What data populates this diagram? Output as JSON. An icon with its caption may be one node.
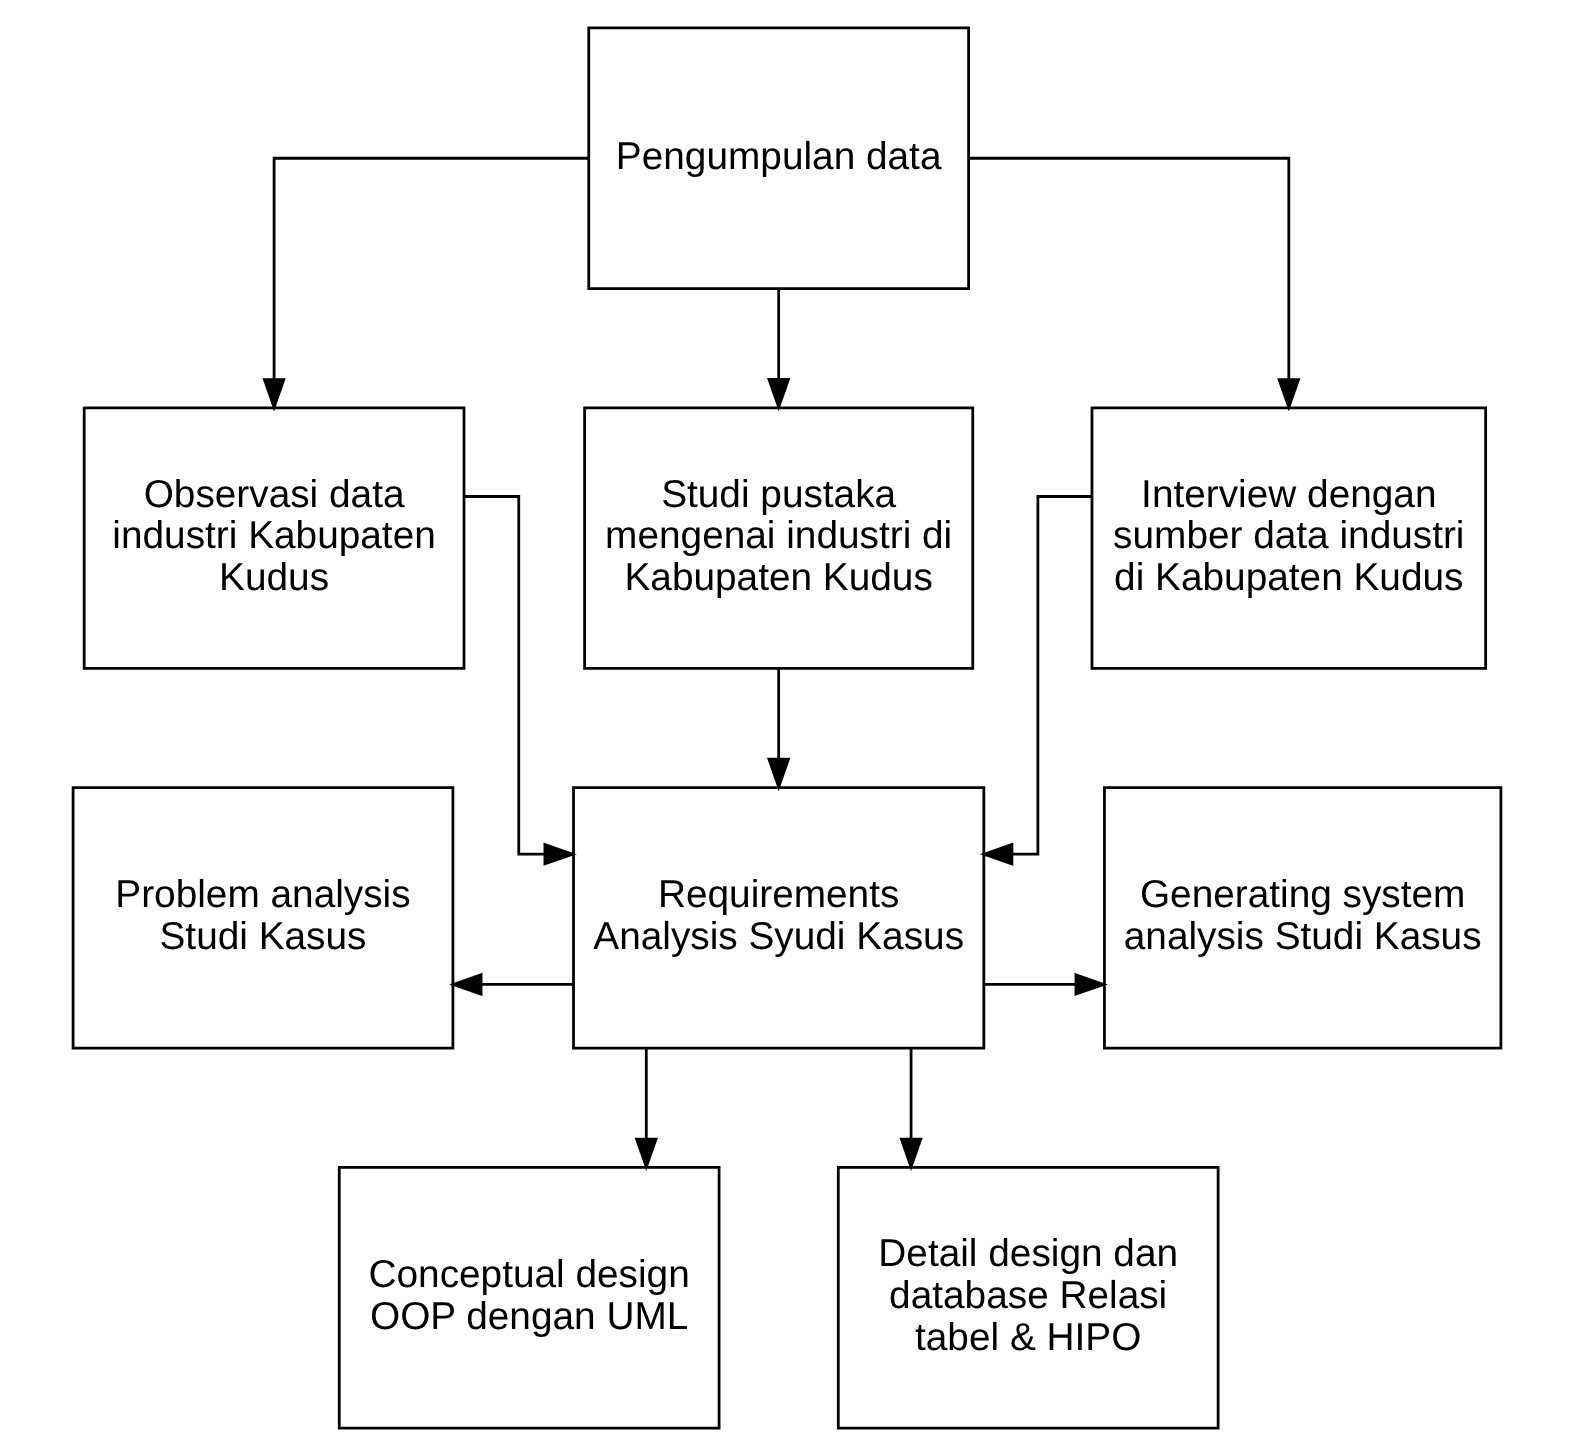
{
  "diagram": {
    "nodes": [
      {
        "text": [
          "Pengumpulan data"
        ]
      },
      {
        "text": [
          "Observasi data industri Kabupaten Kudus"
        ]
      },
      {
        "text": [
          "Studi pustaka mengenai industri di Kabupaten Kudus"
        ]
      },
      {
        "text": [
          "Interview dengan sumber data industri di Kabupaten Kudus"
        ]
      },
      {
        "text": [
          "Problem analysis Studi Kasus"
        ]
      },
      {
        "text": [
          "Requirements Analysis Syudi Kasus"
        ]
      },
      {
        "text": [
          "Generating system analysis Studi Kasus"
        ]
      },
      {
        "text": [
          "Conceptual design OOP dengan UML"
        ]
      },
      {
        "text": [
          "Detail design dan database Relasi tabel & HIPO"
        ]
      }
    ],
    "edges": [
      {
        "from": 0,
        "to": 1,
        "arrow": "to"
      },
      {
        "from": 0,
        "to": 2,
        "arrow": "to"
      },
      {
        "from": 0,
        "to": 3,
        "arrow": "to"
      },
      {
        "from": 1,
        "to": 5,
        "arrow": "to"
      },
      {
        "from": 2,
        "to": 5,
        "arrow": "to"
      },
      {
        "from": 3,
        "to": 5,
        "arrow": "to"
      },
      {
        "from": 5,
        "to": 4,
        "arrow": "to"
      },
      {
        "from": 5,
        "to": 6,
        "arrow": "to"
      },
      {
        "from": 5,
        "to": 7,
        "arrow": "to"
      },
      {
        "from": 5,
        "to": 8,
        "arrow": "to"
      }
    ]
  }
}
